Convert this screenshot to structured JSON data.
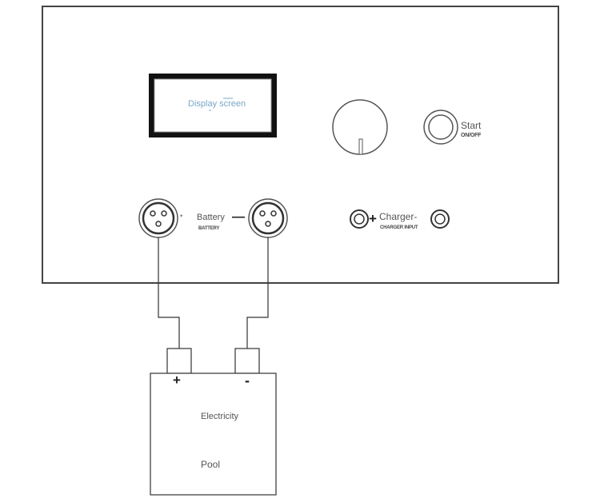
{
  "display": {
    "label": "Display screen"
  },
  "start": {
    "label": "Start",
    "sublabel": "ON/OFF"
  },
  "battery": {
    "label": "Battery",
    "sublabel": "BATTERY",
    "minus_symbol": "—",
    "plus_mark": "+"
  },
  "charger": {
    "plus_symbol": "+",
    "label": "Charger-",
    "sublabel": "CHARGER INPUT"
  },
  "pool": {
    "plus": "+",
    "minus": "-",
    "line1": "Electricity",
    "line2": "Pool"
  },
  "colors": {
    "line": "#333333",
    "display_text": "#79a8c8"
  }
}
